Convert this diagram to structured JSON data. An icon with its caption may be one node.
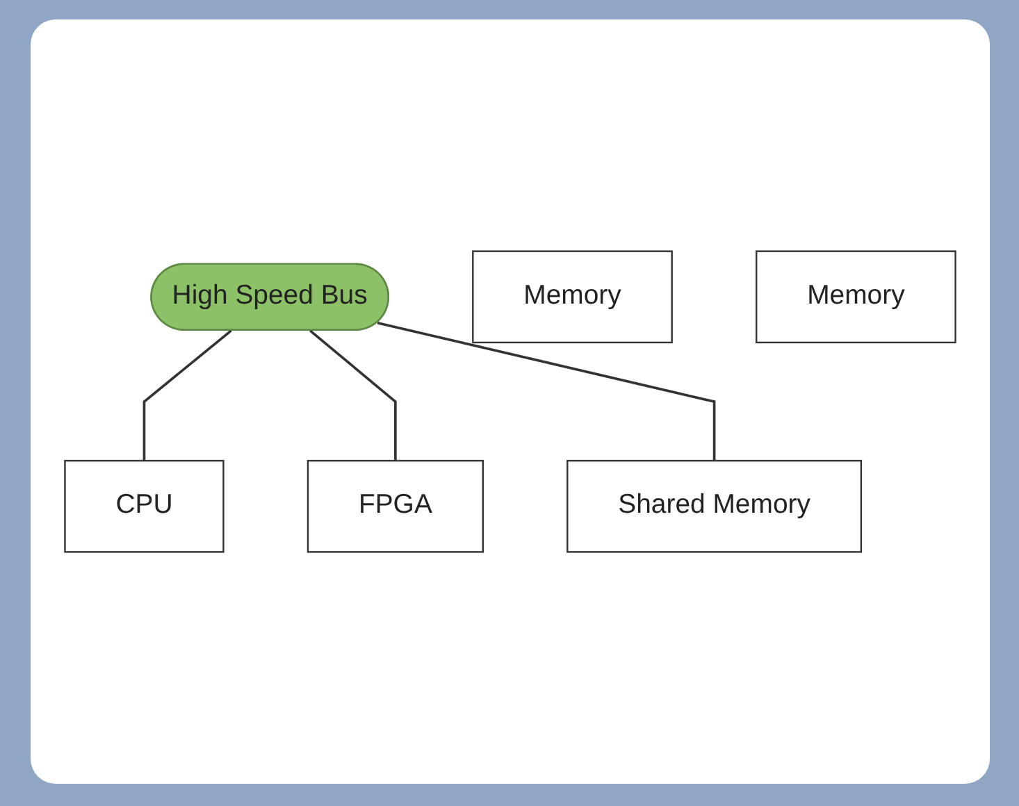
{
  "diagram": {
    "nodes": [
      {
        "text": [
          "High Speed Bus"
        ]
      },
      {
        "text": [
          "CPU"
        ]
      },
      {
        "text": [
          "FPGA"
        ]
      },
      {
        "text": [
          "Shared Memory"
        ]
      },
      {
        "text": [
          "Memory"
        ]
      },
      {
        "text": [
          "Memory"
        ]
      }
    ],
    "edges": [
      {
        "from": 0,
        "to": 1,
        "arrow": "none"
      },
      {
        "from": 0,
        "to": 2,
        "arrow": "none"
      },
      {
        "from": 0,
        "to": 3,
        "arrow": "none"
      }
    ]
  }
}
